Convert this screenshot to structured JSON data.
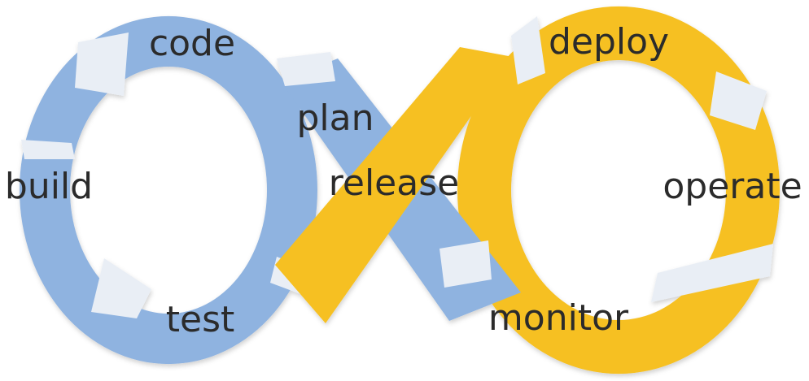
{
  "title": "",
  "colors": {
    "dev_loop": "#8fb3e0",
    "dev_loop_shadow": "#6e93c4",
    "ops_loop": "#f6c021",
    "ops_loop_shadow": "#d9a512",
    "gap": "#e9eef5",
    "text": "#2b2b2b"
  },
  "dev_loop": {
    "stages": [
      "plan",
      "code",
      "build",
      "test"
    ]
  },
  "ops_loop": {
    "stages": [
      "release",
      "deploy",
      "operate",
      "monitor"
    ]
  }
}
